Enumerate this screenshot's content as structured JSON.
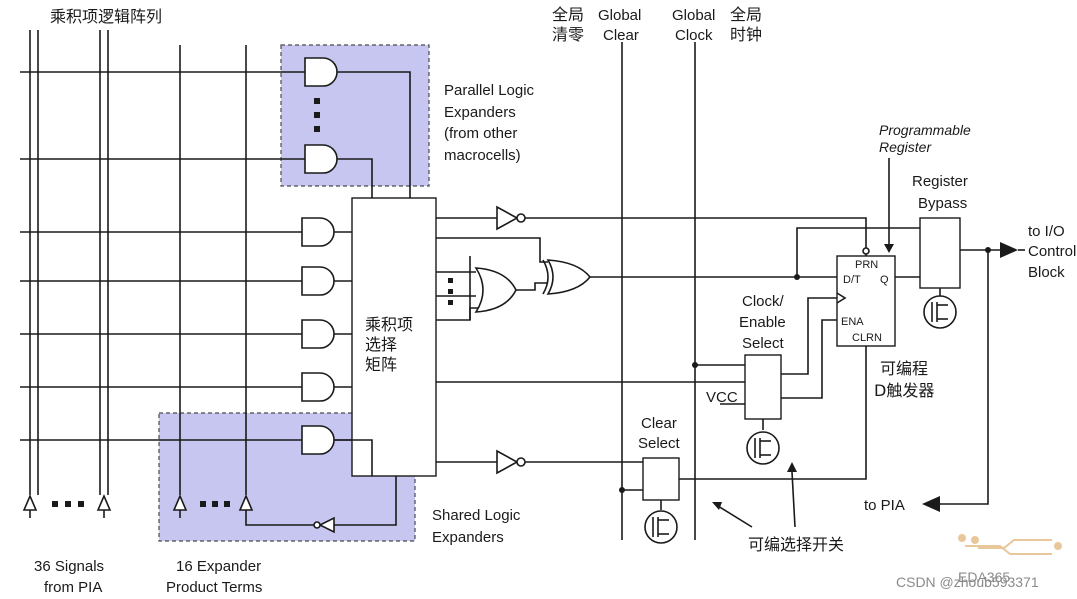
{
  "labels": {
    "product_term_array": "乘积项逻辑阵列",
    "global_clear_cn_1": "全局",
    "global_clear_cn_2": "清零",
    "global_clear_1": "Global",
    "global_clear_2": "Clear",
    "global_clock_1": "Global",
    "global_clock_2": "Clock",
    "global_clock_cn_1": "全局",
    "global_clock_cn_2": "时钟",
    "parallel_1": "Parallel Logic",
    "parallel_2": "Expanders",
    "parallel_3": "(from other",
    "parallel_4": "macrocells)",
    "prog_reg_1": "Programmable",
    "prog_reg_2": "Register",
    "reg_bypass_1": "Register",
    "reg_bypass_2": "Bypass",
    "to_io_1": "to I/O",
    "to_io_2": "Control",
    "to_io_3": "Block",
    "pt_select_1": "乘积项",
    "pt_select_2": "选择",
    "pt_select_3": "矩阵",
    "clock_enable_1": "Clock/",
    "clock_enable_2": "Enable",
    "clock_enable_3": "Select",
    "prog_ff_1": "可编程",
    "prog_ff_2": "D触发器",
    "vcc": "VCC",
    "clear_select_1": "Clear",
    "clear_select_2": "Select",
    "shared_1": "Shared Logic",
    "shared_2": "Expanders",
    "to_pia": "to PIA",
    "prog_switch": "可编选择开关",
    "signals_1": "36 Signals",
    "signals_2": "from PIA",
    "expander_1": "16 Expander",
    "expander_2": "Product Terms",
    "watermark_logo": "EDA365",
    "csdn_credit": "CSDN @zhoub593371"
  },
  "register_pins": {
    "prn": "PRN",
    "dt": "D/T",
    "q": "Q",
    "ena": "ENA",
    "clrn": "CLRN"
  },
  "colors": {
    "expander_fill": "#c6c6f0",
    "line": "#1a1a1a",
    "watermark": "#e8c89a"
  }
}
